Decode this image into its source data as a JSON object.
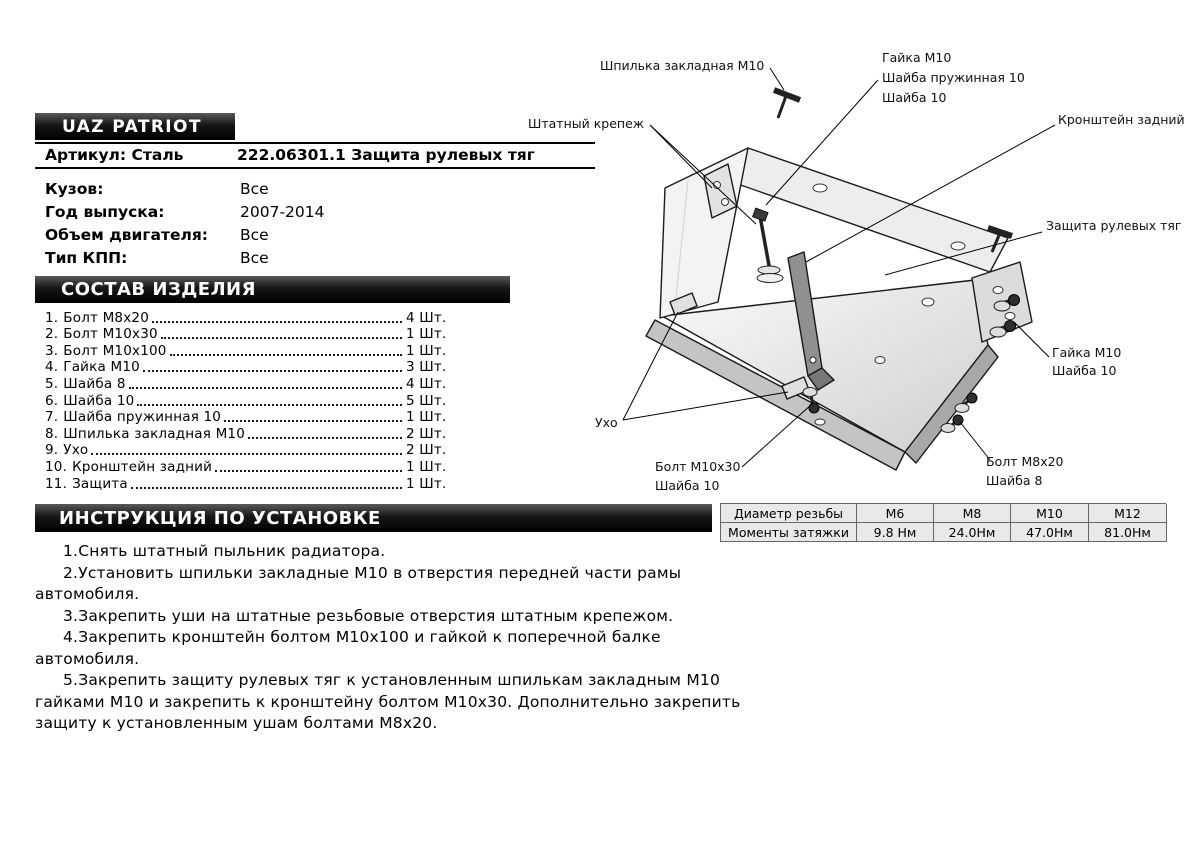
{
  "colors": {
    "banner": "#000000",
    "banner_text": "#ffffff",
    "table_bg": "#e9e9e9",
    "page_bg": "#ffffff"
  },
  "header": {
    "brand": "UAZ PATRIOT",
    "article_label": "Артикул: Сталь",
    "article_value": "222.06301.1 Защита рулевых тяг"
  },
  "specs": [
    {
      "label": "Кузов:",
      "value": "Все"
    },
    {
      "label": "Год выпуска:",
      "value": "2007-2014"
    },
    {
      "label": "Объем двигателя:",
      "value": "Все"
    },
    {
      "label": "Тип КПП:",
      "value": "Все"
    }
  ],
  "composition": {
    "title": "СОСТАВ ИЗДЕЛИЯ",
    "items": [
      {
        "num": "1.",
        "name": "Болт М8х20",
        "qty": "4 Шт."
      },
      {
        "num": "2.",
        "name": "Болт М10х30",
        "qty": "1 Шт."
      },
      {
        "num": "3.",
        "name": "Болт М10х100",
        "qty": "1 Шт."
      },
      {
        "num": "4.",
        "name": "Гайка М10",
        "qty": "3 Шт."
      },
      {
        "num": "5.",
        "name": "Шайба 8",
        "qty": "4 Шт."
      },
      {
        "num": "6.",
        "name": "Шайба 10",
        "qty": "5 Шт."
      },
      {
        "num": "7.",
        "name": "Шайба пружинная 10",
        "qty": "1 Шт."
      },
      {
        "num": "8.",
        "name": "Шпилька закладная М10",
        "qty": "2 Шт."
      },
      {
        "num": "9.",
        "name": "Ухо",
        "qty": "2 Шт."
      },
      {
        "num": "10.",
        "name": "Кронштейн задний",
        "qty": "1 Шт."
      },
      {
        "num": "11.",
        "name": "Защита",
        "qty": "1 Шт."
      }
    ]
  },
  "instructions": {
    "title": "ИНСТРУКЦИЯ ПО УСТАНОВКЕ",
    "steps": [
      "1.Снять штатный пыльник радиатора.",
      "2.Установить шпильки закладные М10 в отверстия передней части рамы автомобиля.",
      "3.Закрепить уши на штатные резьбовые отверстия штатным крепежом.",
      "4.Закрепить кронштейн болтом М10х100 и гайкой к поперечной балке автомобиля.",
      "5.Закрепить защиту рулевых тяг к установленным шпилькам закладным М10 гайками М10 и закрепить к кронштейну болтом М10х30. Дополнительно закрепить защиту к установленным ушам болтами М8х20."
    ]
  },
  "diagram": {
    "labels": [
      {
        "text": "Шпилька закладная М10"
      },
      {
        "text": "Штатный крепеж"
      },
      {
        "text": "Гайка М10"
      },
      {
        "text": "Шайба пружинная 10"
      },
      {
        "text": "Шайба 10"
      },
      {
        "text": "Кронштейн задний"
      },
      {
        "text": "Защита рулевых тяг"
      },
      {
        "text": "Гайка М10"
      },
      {
        "text": "Шайба 10"
      },
      {
        "text": "Ухо"
      },
      {
        "text": "Болт М10х30"
      },
      {
        "text": "Шайба 10"
      },
      {
        "text": "Болт М8х20"
      },
      {
        "text": "Шайба 8"
      }
    ]
  },
  "torque_table": {
    "rows": [
      [
        "Диаметр резьбы",
        "М6",
        "М8",
        "М10",
        "М12"
      ],
      [
        "Моменты затяжки",
        "9.8 Нм",
        "24.0Нм",
        "47.0Нм",
        "81.0Нм"
      ]
    ]
  }
}
